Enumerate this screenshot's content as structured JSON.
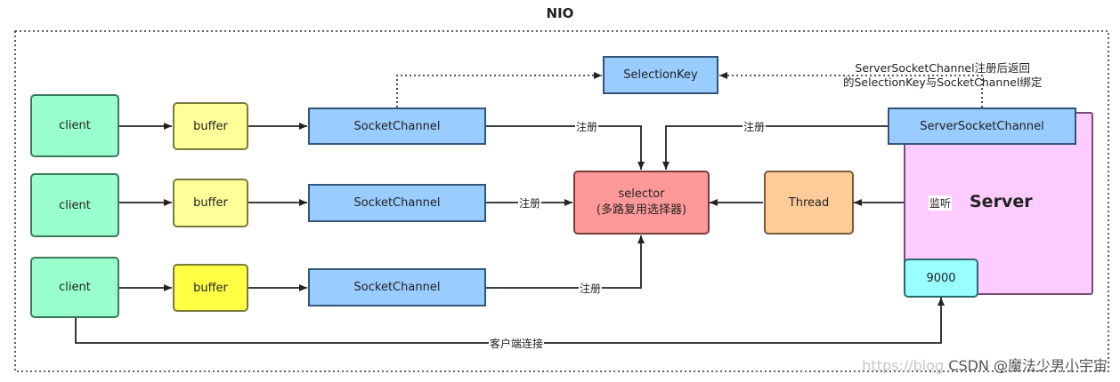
{
  "title": "NIO",
  "nodes": {
    "client1": "client",
    "client2": "client",
    "client3": "client",
    "buffer1": "buffer",
    "buffer2": "buffer",
    "buffer3": "buffer",
    "socket_channel1": "SocketChannel",
    "socket_channel2": "SocketChannel",
    "socket_channel3": "SocketChannel",
    "selection_key": "SelectionKey",
    "selector_line1": "selector",
    "selector_line2": "(多路复用选择器)",
    "thread": "Thread",
    "server_socket_channel": "ServerSocketChannel",
    "server": "Server",
    "port": "9000"
  },
  "edge_labels": {
    "register1": "注册",
    "register2": "注册",
    "register3": "注册",
    "register_server": "注册",
    "listen": "监听",
    "client_connect": "客户端连接",
    "selection_key_note_line1": "ServerSocketChannel注册后返回",
    "selection_key_note_line2": "的SelectionKey与SocketChannel绑定"
  },
  "watermark": {
    "faint": "https://blog",
    "strong": "CSDN @魔法少男小宇宙"
  },
  "colors": {
    "client": "#99ffcc",
    "buffer": "#ffff99",
    "buffer_highlight": "#ffff44",
    "channel": "#99ccff",
    "selector": "#ff9999",
    "thread": "#ffcc99",
    "server": "#ffccff",
    "port": "#99ffff"
  }
}
